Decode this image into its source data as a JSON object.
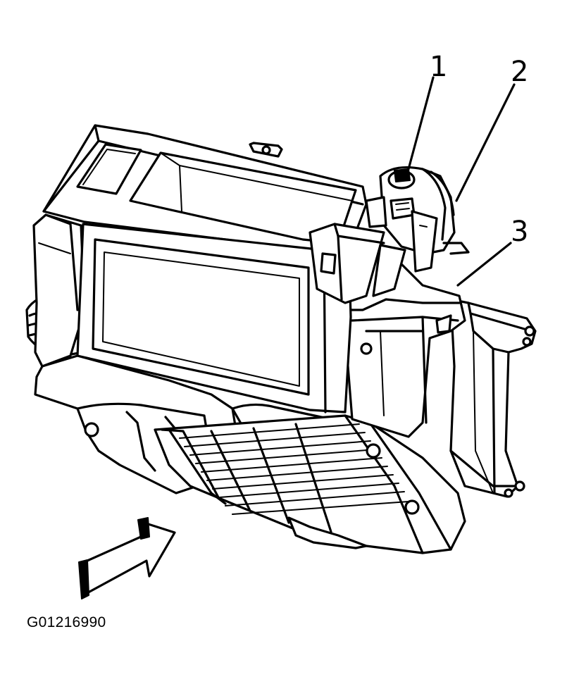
{
  "figure": {
    "id_label": "G01216990"
  },
  "callouts": [
    {
      "number": "1"
    },
    {
      "number": "2"
    },
    {
      "number": "3"
    }
  ],
  "icons": {
    "airflow_arrow": "airflow-arrow-icon"
  },
  "colors": {
    "line": "#000000",
    "background": "#ffffff"
  }
}
